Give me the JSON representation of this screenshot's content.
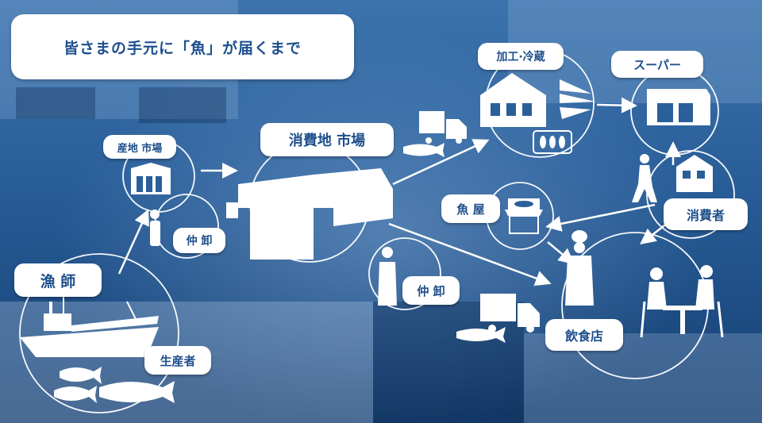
{
  "title": "皆さまの手元に「魚」が届くまで",
  "labels": {
    "gyoshi": "漁 師",
    "seisansha": "生産者",
    "sanchi_ichiba": "産地 市場",
    "nakaoroshi_1": "仲 卸",
    "shohichi_ichiba": "消費地 市場",
    "nakaoroshi_2": "仲 卸",
    "kakou_reizou": "加工·冷蔵",
    "super": "スーパー",
    "sakanaya": "魚 屋",
    "shohisha": "消費者",
    "inshokuten": "飲食店"
  },
  "colors": {
    "accent": "#1e4f8c",
    "background": "#2a5f9a",
    "pill": "#ffffff"
  },
  "icons": [
    "fishing-boat-icon",
    "fish-icon",
    "market-building-icon",
    "wholesaler-person-icon",
    "truck-icon",
    "warehouse-icon",
    "dried-fish-icon",
    "supermarket-icon",
    "fish-shop-icon",
    "house-icon",
    "walking-person-icon",
    "chef-icon",
    "dining-couple-icon"
  ]
}
